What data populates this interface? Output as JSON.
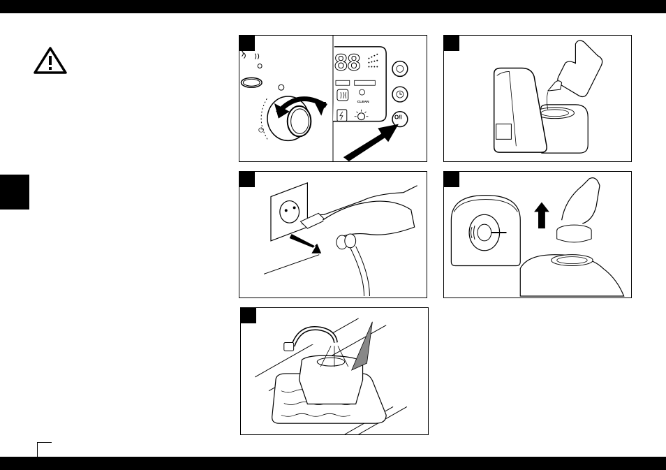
{
  "page": {
    "warning_icon": "warning-triangle-icon",
    "colors": {
      "bars": "#000000",
      "background": "#ffffff",
      "line": "#000000"
    }
  },
  "figures": [
    {
      "id": "fig-control-panel",
      "display": {
        "digits": "88",
        "clean_label": "CLEAN",
        "power_label": "O/I"
      }
    },
    {
      "id": "fig-fill-water"
    },
    {
      "id": "fig-unplug"
    },
    {
      "id": "fig-remove-cartridge"
    },
    {
      "id": "fig-rinse"
    }
  ]
}
